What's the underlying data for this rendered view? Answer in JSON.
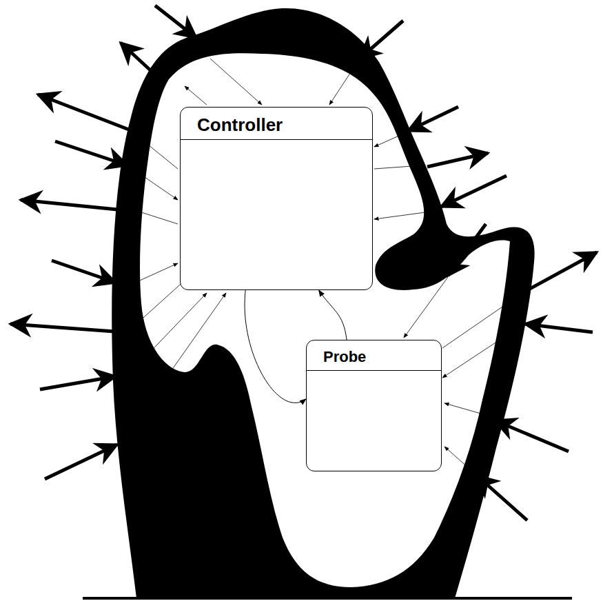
{
  "diagram": {
    "nodes": [
      {
        "text": [
          "Controller"
        ]
      },
      {
        "text": [
          "Probe"
        ]
      }
    ],
    "edges": [
      {
        "from": 0,
        "to": 1,
        "arrow": "to"
      },
      {
        "from": 1,
        "to": 0,
        "arrow": "to"
      }
    ]
  }
}
